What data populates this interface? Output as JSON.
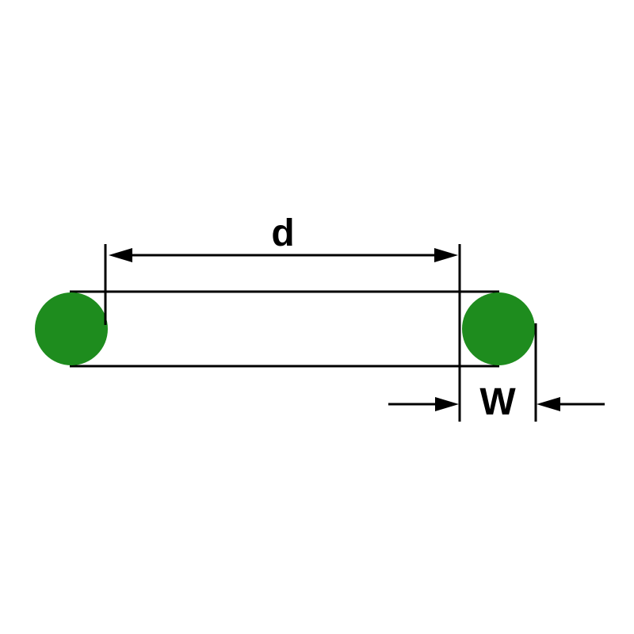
{
  "diagram": {
    "name": "O-ring dimension drawing",
    "labels": {
      "inner_diameter": "d",
      "cross_section_width": "W"
    },
    "colors": {
      "ring": "#1e8c1e",
      "line": "#000000",
      "background": "#ffffff"
    }
  }
}
